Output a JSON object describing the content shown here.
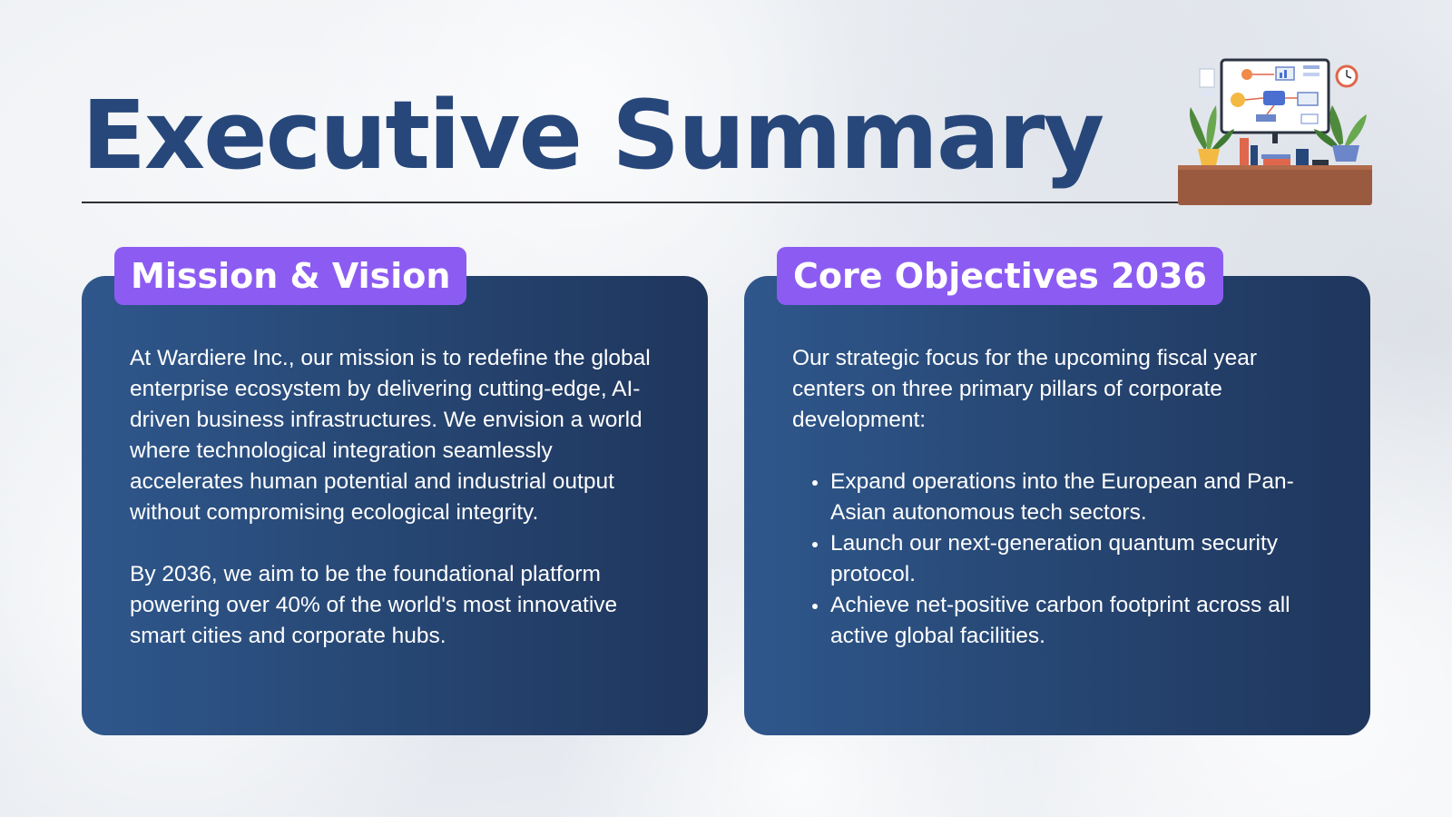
{
  "header": {
    "title": "Executive Summary"
  },
  "mission": {
    "tag": "Mission & Vision",
    "paragraphs": [
      "At Wardiere Inc., our mission is to redefine the global enterprise ecosystem by delivering cutting-edge, AI-driven business infrastructures. We envision a world where technological integration seamlessly accelerates human potential and industrial output without compromising ecological integrity.",
      "By 2036, we aim to be the foundational platform powering over 40% of the world's most innovative smart cities and corporate hubs."
    ]
  },
  "objectives": {
    "tag": "Core Objectives 2036",
    "intro": "Our strategic focus for the upcoming fiscal year centers on three primary pillars of corporate development:",
    "items": [
      "Expand operations into the European and Pan-Asian autonomous tech sectors.",
      "Launch our next-generation quantum security protocol.",
      "Achieve net-positive carbon footprint across all active global facilities."
    ]
  },
  "illustration": {
    "icon": "office-desk-dashboard-illustration"
  },
  "colors": {
    "title": "#27477a",
    "tag_bg": "#8c5cf2",
    "panel_start": "#2f578c",
    "panel_end": "#1f365d"
  }
}
